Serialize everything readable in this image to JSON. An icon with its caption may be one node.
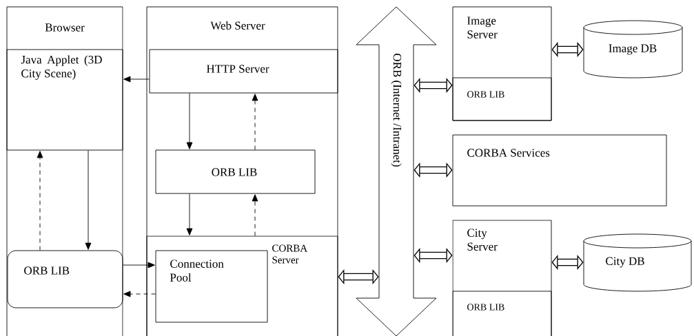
{
  "diagram": {
    "nodes": [
      {
        "text": [
          "Browser"
        ]
      },
      {
        "text": [
          "Java Applet (3D City Scene)"
        ],
        "in": 0
      },
      {
        "text": [
          "ORB LIB"
        ],
        "in": 0
      },
      {
        "text": [
          "Web Server"
        ]
      },
      {
        "text": [
          "HTTP Server"
        ],
        "in": 3
      },
      {
        "text": [
          "ORB LIB"
        ],
        "in": 3
      },
      {
        "text": [
          "CORBA Server"
        ],
        "in": 3
      },
      {
        "text": [
          "Connection Pool"
        ],
        "in": 6
      },
      {
        "text": [
          "ORB (Internet /Intranet)"
        ]
      },
      {
        "text": [
          "Image Server"
        ]
      },
      {
        "text": [
          "ORB LIB"
        ],
        "in": 9
      },
      {
        "text": [
          "Image DB"
        ]
      },
      {
        "text": [
          "CORBA Services"
        ]
      },
      {
        "text": [
          "City Server"
        ]
      },
      {
        "text": [
          "ORB LIB"
        ],
        "in": 13
      },
      {
        "text": [
          "City DB"
        ]
      }
    ],
    "edges": [
      {
        "from": 4,
        "to": 1,
        "arrow": "to"
      },
      {
        "from": 4,
        "to": 5,
        "arrow": "to"
      },
      {
        "from": 5,
        "to": 4,
        "arrow": "to",
        "style": "dashed"
      },
      {
        "from": 5,
        "to": 6,
        "arrow": "to"
      },
      {
        "from": 6,
        "to": 5,
        "arrow": "to",
        "style": "dashed"
      },
      {
        "from": 1,
        "to": 2,
        "arrow": "to"
      },
      {
        "from": 2,
        "to": 1,
        "arrow": "to",
        "style": "dashed"
      },
      {
        "from": 2,
        "to": 7,
        "arrow": "to"
      },
      {
        "from": 7,
        "to": 2,
        "arrow": "to",
        "style": "dashed"
      },
      {
        "from": 6,
        "to": 8,
        "arrow": "both",
        "style": "thick"
      },
      {
        "from": 8,
        "to": 10,
        "arrow": "both",
        "style": "thick"
      },
      {
        "from": 8,
        "to": 12,
        "arrow": "both",
        "style": "thick"
      },
      {
        "from": 8,
        "to": 13,
        "arrow": "both",
        "style": "thick"
      },
      {
        "from": 9,
        "to": 11,
        "arrow": "both",
        "style": "thick"
      },
      {
        "from": 13,
        "to": 15,
        "arrow": "both",
        "style": "thick"
      }
    ]
  }
}
